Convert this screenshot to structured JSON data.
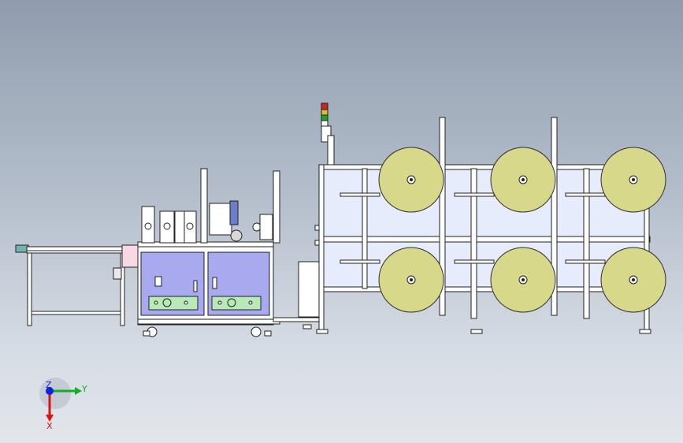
{
  "view": {
    "background_top": "#909cae",
    "background_bottom": "#e2e6eb"
  },
  "triad": {
    "x_label": "X",
    "y_label": "Y",
    "z_label": "Z",
    "x_color": "#e01010",
    "y_color": "#10b020",
    "z_color": "#1020e0"
  },
  "machine": {
    "frame_color": "#ffffff",
    "outline_color": "#202020",
    "cabinet_color": "#a9a9f0",
    "panel_color": "#b8eab8",
    "reel_color": "#d8d88a",
    "plate_color": "#e6ecfb",
    "guard_color": "#f8d8e4",
    "reel_count": 6
  }
}
